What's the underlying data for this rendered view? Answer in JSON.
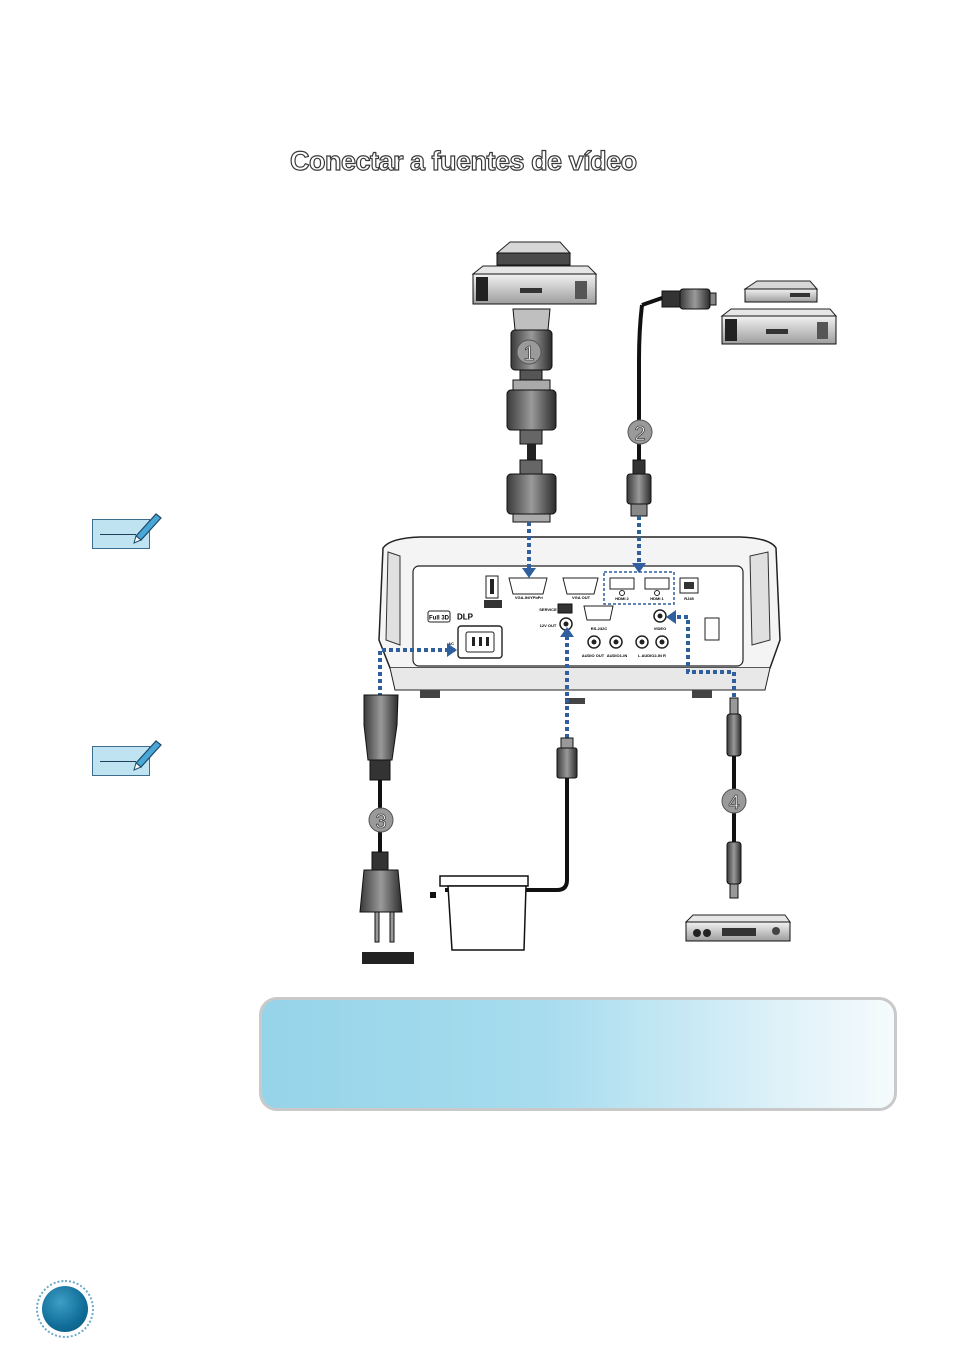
{
  "page": {
    "title": "Conectar a fuentes de vídeo",
    "page_number": ""
  },
  "callouts": [
    "1",
    "2",
    "3",
    "4"
  ],
  "panel_labels": {
    "vga_in": "VGA-IN/YPbPr/",
    "vga_out": "VGA OUT",
    "hdmi2": "HDMI 2",
    "hdmi1": "HDMI 1",
    "rj45": "RJ45",
    "service": "SERVICE",
    "rs232": "RS-232C",
    "out12v": "12V OUT",
    "video": "VIDEO",
    "audio_out": "AUDIO OUT",
    "audio1_in": "AUDIO1-IN",
    "audio2_in": "L  AUDIO2-IN  R",
    "ac": "AC",
    "full3d": "Full 3D",
    "dlp": "DLP"
  },
  "colors": {
    "connector_dots": "#2f5f9e",
    "infobox_start": "#96d4e9",
    "infobox_end": "#f5fbfd",
    "infobox_border": "#c9c9c9",
    "page_disc": "#0f6d98"
  },
  "icons": {
    "note": "note-pencil-icon"
  }
}
